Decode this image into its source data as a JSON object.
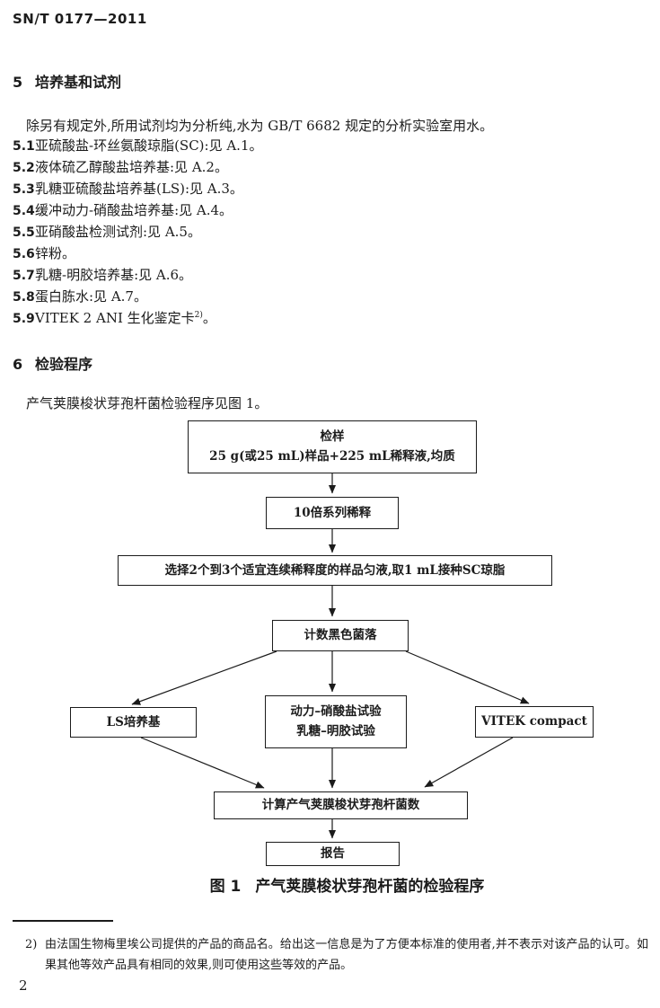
{
  "colors": {
    "ink": "#1b1b1b",
    "paper": "#ffffff"
  },
  "page": {
    "header": "SN/T 0177—2011",
    "page_number": "2"
  },
  "section5": {
    "number": "5",
    "title": "培养基和试剂",
    "intro": "除另有规定外,所用试剂均为分析纯,水为 GB/T 6682 规定的分析实验室用水。",
    "items": [
      {
        "number": "5.1",
        "text": "亚硫酸盐-环丝氨酸琼脂(SC):见 A.1。"
      },
      {
        "number": "5.2",
        "text": "液体硫乙醇酸盐培养基:见 A.2。"
      },
      {
        "number": "5.3",
        "text": "乳糖亚硫酸盐培养基(LS):见 A.3。"
      },
      {
        "number": "5.4",
        "text": "缓冲动力-硝酸盐培养基:见 A.4。"
      },
      {
        "number": "5.5",
        "text": "亚硝酸盐检测试剂:见 A.5。"
      },
      {
        "number": "5.6",
        "text": "锌粉。"
      },
      {
        "number": "5.7",
        "text": "乳糖-明胶培养基:见 A.6。"
      },
      {
        "number": "5.8",
        "text": "蛋白胨水:见 A.7。"
      },
      {
        "number": "5.9",
        "text": "VITEK 2 ANI 生化鉴定卡",
        "sup": "2)",
        "suffix": "。"
      }
    ]
  },
  "section6": {
    "number": "6",
    "title": "检验程序",
    "intro": "产气荚膜梭状芽孢杆菌检验程序见图 1。"
  },
  "flowchart": {
    "nodes": {
      "sample_title": "检样",
      "sample_detail": "25 g(或25 mL)样品+225 mL稀释液,均质",
      "dilution": "10倍系列稀释",
      "select": "选择2个到3个适宜连续稀释度的样品匀液,取1 mL接种SC琼脂",
      "count": "计数黑色菌落",
      "ls": "LS培养基",
      "motility_line1": "动力–硝酸盐试验",
      "motility_line2": "乳糖–明胶试验",
      "vitek": "VITEK compact",
      "calculate": "计算产气荚膜梭状芽孢杆菌数",
      "report": "报告"
    },
    "caption_label": "图 1",
    "caption_text": "产气荚膜梭状芽孢杆菌的检验程序"
  },
  "footnote": {
    "marker": "2)",
    "text": "由法国生物梅里埃公司提供的产品的商品名。给出这一信息是为了方便本标准的使用者,并不表示对该产品的认可。如果其他等效产品具有相同的效果,则可使用这些等效的产品。"
  }
}
